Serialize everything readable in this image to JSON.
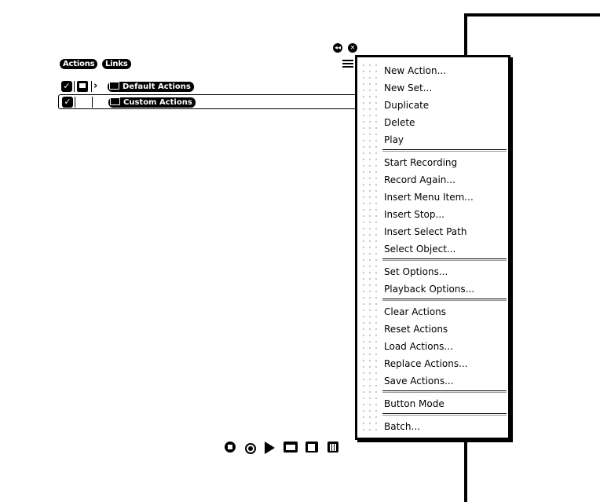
{
  "tabs": [
    {
      "label": "Actions"
    },
    {
      "label": "Links"
    }
  ],
  "window_controls": {
    "collapse_icon": "double-arrow-left-icon",
    "close_icon": "close-icon",
    "panel_menu_icon": "panel-menu-icon"
  },
  "action_sets": [
    {
      "label": "Default Actions",
      "checked": true,
      "dialog": true,
      "expand_icon": "chevron-right-icon",
      "selected": false
    },
    {
      "label": "Custom Actions",
      "checked": true,
      "dialog": false,
      "selected": true
    }
  ],
  "menu": {
    "groups": [
      [
        "New Action...",
        "New Set...",
        "Duplicate",
        "Delete",
        "Play"
      ],
      [
        "Start Recording",
        "Record Again...",
        "Insert Menu Item...",
        "Insert Stop...",
        "Insert Select Path",
        "Select Object..."
      ],
      [
        "Set Options...",
        "Playback Options..."
      ],
      [
        "Clear Actions",
        "Reset Actions",
        "Load Actions...",
        "Replace Actions...",
        "Save Actions..."
      ],
      [
        "Button Mode"
      ],
      [
        "Batch..."
      ]
    ]
  },
  "toolbar": {
    "icons": [
      "stop-icon",
      "record-icon",
      "play-icon",
      "new-set-icon",
      "new-action-icon",
      "trash-icon"
    ]
  },
  "colors": {
    "foreground": "#000000",
    "background": "#ffffff"
  }
}
